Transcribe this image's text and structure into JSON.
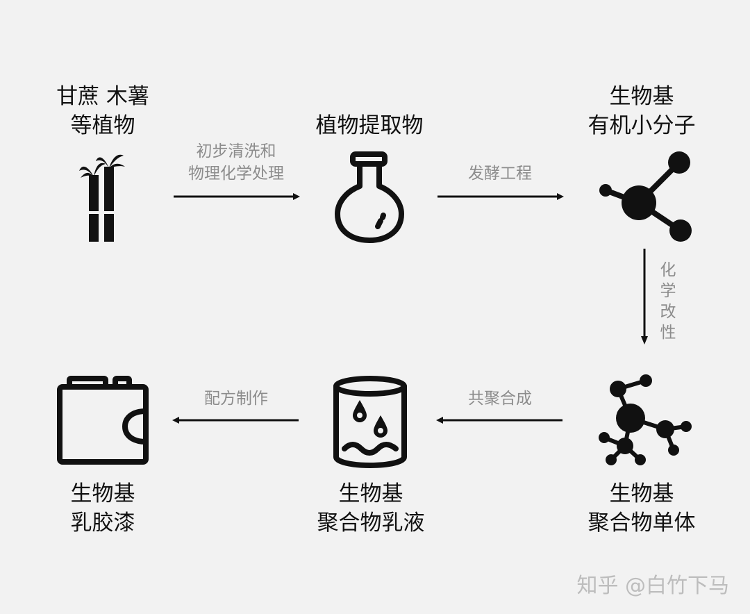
{
  "nodes": {
    "sugarcane": {
      "line1": "甘蔗 木薯",
      "line2": "等植物",
      "icon": "sugarcane-icon"
    },
    "extract": {
      "line1": "植物提取物",
      "icon": "flask-icon"
    },
    "small_molecule": {
      "line1": "生物基",
      "line2": "有机小分子",
      "icon": "molecule-icon"
    },
    "monomer": {
      "line1": "生物基",
      "line2": "聚合物单体",
      "icon": "complex-molecule-icon"
    },
    "emulsion": {
      "line1": "生物基",
      "line2": "聚合物乳液",
      "icon": "emulsion-barrel-icon"
    },
    "paint": {
      "line1": "生物基",
      "line2": "乳胶漆",
      "icon": "paint-bucket-icon"
    }
  },
  "edges": {
    "e1": {
      "line1": "初步清洗和",
      "line2": "物理化学处理"
    },
    "e2": {
      "label": "发酵工程"
    },
    "e3": {
      "label": "化学改性"
    },
    "e4": {
      "label": "共聚合成"
    },
    "e5": {
      "label": "配方制作"
    }
  },
  "watermark": "知乎 @白竹下马",
  "colors": {
    "background": "#f2f2f2",
    "ink": "#111111",
    "edge_text": "#8c8c8c",
    "watermark": "#bdbdbd"
  }
}
